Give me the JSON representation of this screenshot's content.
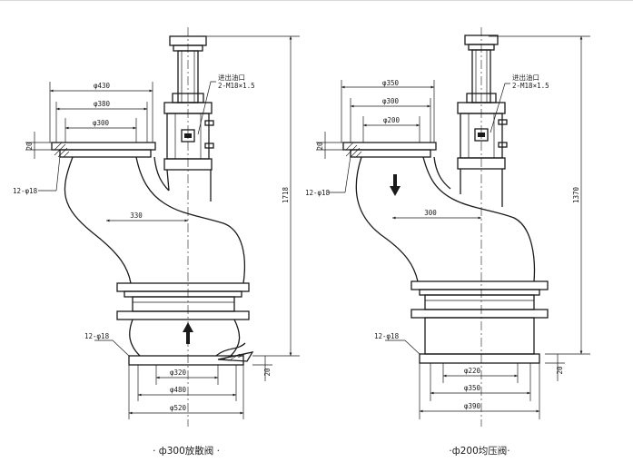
{
  "left_valve": {
    "caption": "· ф300放散阀 ·",
    "note_line1": "进出油口",
    "note_line2": "2-M18×1.5",
    "dims": {
      "d430": "φ430",
      "d380": "φ380",
      "d300": "φ300",
      "h20_top": "20",
      "holes_top": "12-φ18",
      "offset": "330",
      "height": "1718",
      "holes_bottom": "12-φ18",
      "h20_bottom": "20",
      "d320": "φ320",
      "d480": "φ480",
      "d520": "φ520"
    }
  },
  "right_valve": {
    "caption": "·ф200均压阀·",
    "note_line1": "进出油口",
    "note_line2": "2-M18×1.5",
    "dims": {
      "d350_top": "φ350",
      "d300": "φ300",
      "d200": "φ200",
      "h20_top": "20",
      "holes_top": "12-φ18",
      "offset": "300",
      "height": "1370",
      "holes_bottom": "12-φ18",
      "h20_bottom": "20",
      "d220": "φ220",
      "d350_bottom": "φ350",
      "d390": "φ390"
    }
  }
}
